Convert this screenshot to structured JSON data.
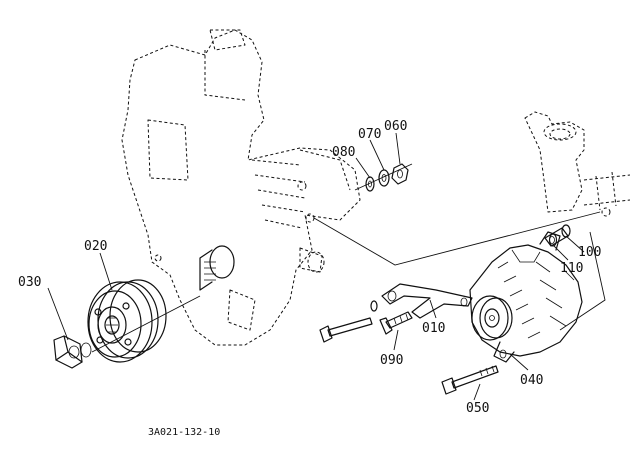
{
  "diagram": {
    "figure_code": "3A021-132-10",
    "callouts": [
      {
        "id": "010",
        "label": "010"
      },
      {
        "id": "020",
        "label": "020"
      },
      {
        "id": "030",
        "label": "030"
      },
      {
        "id": "040",
        "label": "040"
      },
      {
        "id": "050",
        "label": "050"
      },
      {
        "id": "060",
        "label": "060"
      },
      {
        "id": "070",
        "label": "070"
      },
      {
        "id": "080",
        "label": "080"
      },
      {
        "id": "090",
        "label": "090"
      },
      {
        "id": "100",
        "label": "100"
      },
      {
        "id": "110",
        "label": "110"
      }
    ]
  }
}
